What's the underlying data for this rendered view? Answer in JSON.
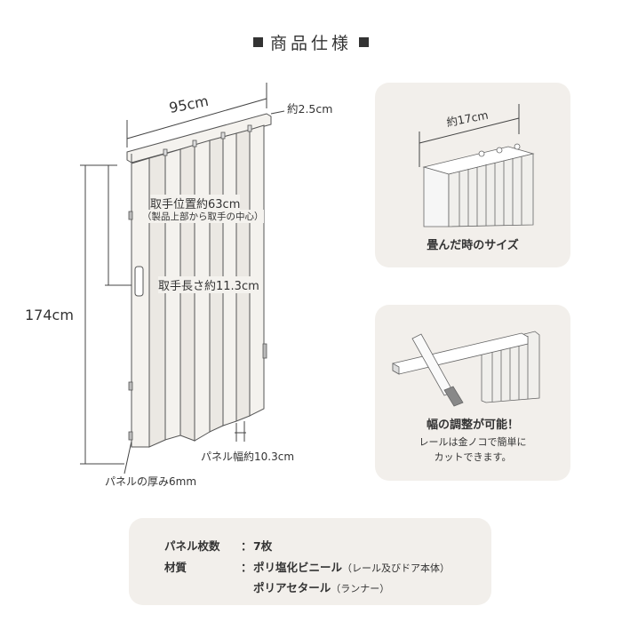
{
  "title": "商品仕様",
  "dimensions": {
    "width": "95cm",
    "rail_depth": "約2.5cm",
    "height": "174cm",
    "handle_position": "取手位置約63cm",
    "handle_position_note": "（製品上部から取手の中心）",
    "handle_length": "取手長さ約11.3cm",
    "panel_width": "パネル幅約10.3cm",
    "panel_thickness": "パネルの厚み6mm"
  },
  "folded_card": {
    "dimension": "約17cm",
    "caption": "畳んだ時のサイズ"
  },
  "adjust_card": {
    "caption": "幅の調整が可能！",
    "sub_line1": "レールは金ノコで簡単に",
    "sub_line2": "カットできます。"
  },
  "spec": {
    "panel_count_label": "パネル枚数",
    "panel_count_value": "7枚",
    "separator": "：",
    "material_label": "材質",
    "material_1": "ポリ塩化ビニール",
    "material_1_note": "（レール及びドア本体）",
    "material_2": "ポリアセタール",
    "material_2_note": "（ランナー）"
  }
}
